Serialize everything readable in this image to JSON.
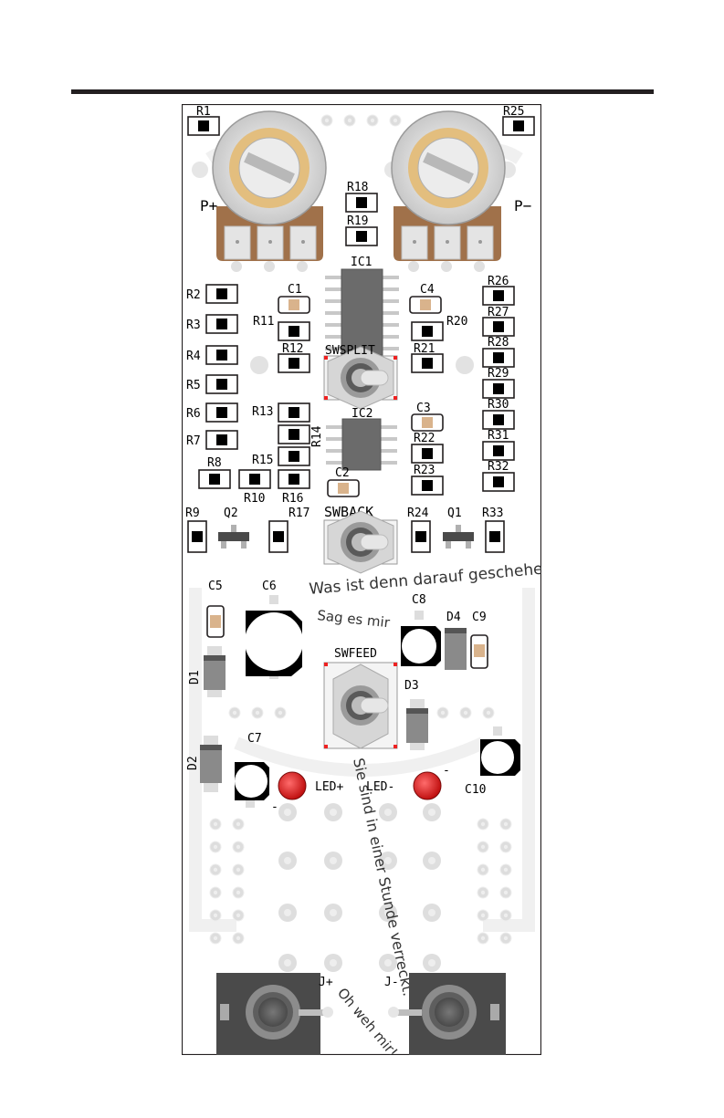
{
  "labels": {
    "R1": "R1",
    "R25": "R25",
    "R18": "R18",
    "R19": "R19",
    "Pp": "P+",
    "Pm": "P−",
    "IC1": "IC1",
    "IC2": "IC2",
    "C1": "C1",
    "C4": "C4",
    "R2": "R2",
    "R3": "R3",
    "R4": "R4",
    "R5": "R5",
    "R6": "R6",
    "R7": "R7",
    "R8": "R8",
    "R10": "R10",
    "R11": "R11",
    "R12": "R12",
    "R13": "R13",
    "R14": "R14",
    "R15": "R15",
    "R16": "R16",
    "R17": "R17",
    "R20": "R20",
    "R21": "R21",
    "R22": "R22",
    "R23": "R23",
    "R24": "R24",
    "R26": "R26",
    "R27": "R27",
    "R28": "R28",
    "R29": "R29",
    "R30": "R30",
    "R31": "R31",
    "R32": "R32",
    "R33": "R33",
    "R9": "R9",
    "Q1": "Q1",
    "Q2": "Q2",
    "C2": "C2",
    "C3": "C3",
    "SWSPLIT": "SWSPLIT",
    "SWBACK": "SWBACK",
    "SWFEED": "SWFEED",
    "C5": "C5",
    "C6": "C6",
    "C7": "C7",
    "C8": "C8",
    "C9": "C9",
    "C10": "C10",
    "D1": "D1",
    "D2": "D2",
    "D3": "D3",
    "D4": "D4",
    "LEDp": "LED+",
    "LEDm": "LED-",
    "minus": "-",
    "Jp": "J+",
    "Jm": "J-"
  },
  "annotations": {
    "what_happened": "Was ist denn darauf geschehen?",
    "tell_me": "Sag es mir",
    "crazy": "Sie sind in einer Stunde verreckt.",
    "oh_dear": "Oh weh mir!"
  },
  "colors": {
    "pot_gold": "#e3be7e",
    "pcb_copper": "#a0714a",
    "led_red": "#e02020",
    "cap_tan": "#d9b38c",
    "ink": "#231f20"
  }
}
